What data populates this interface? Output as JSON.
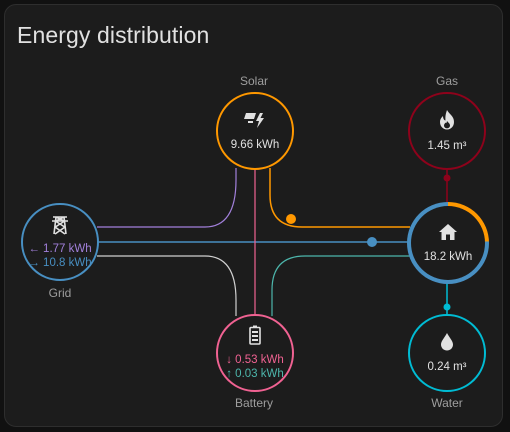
{
  "card": {
    "title": "Energy distribution"
  },
  "solar": {
    "label": "Solar",
    "value": "9.66 kWh",
    "icon": "solar-power-icon",
    "color": "#ff9800"
  },
  "gas": {
    "label": "Gas",
    "value": "1.45 m³",
    "icon": "fire-icon",
    "color": "#8e021b"
  },
  "grid": {
    "label": "Grid",
    "consumption": "← 1.77 kWh",
    "return": "→ 10.8 kWh",
    "icon": "transmission-tower-icon",
    "consumption_color": "#a280db",
    "return_color": "#488fc2"
  },
  "home": {
    "value": "18.2 kWh",
    "icon": "home-icon"
  },
  "battery": {
    "label": "Battery",
    "out": "↓ 0.53 kWh",
    "in": "↑ 0.03 kWh",
    "icon": "battery-icon",
    "out_color": "#f06292",
    "in_color": "#4db6ac"
  },
  "water": {
    "label": "Water",
    "value": "0.24 m³",
    "icon": "water-drop-icon",
    "color": "#00bcd4"
  }
}
